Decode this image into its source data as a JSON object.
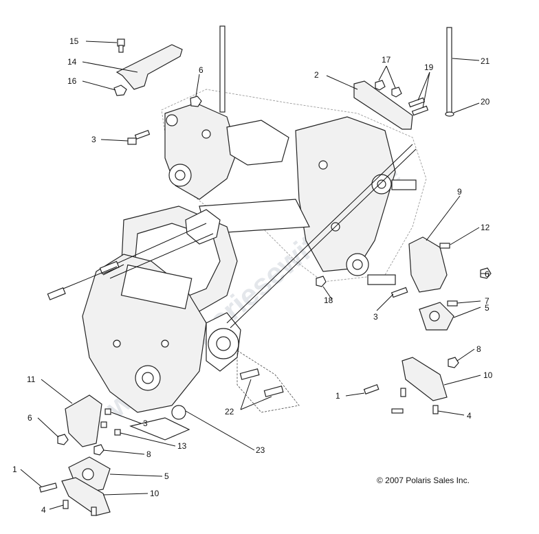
{
  "callouts": {
    "c1_bl": "1",
    "c1_mr": "1",
    "c2": "2",
    "c3_ul": "3",
    "c3_mr": "3",
    "c3_bl": "3",
    "c4_bl": "4",
    "c4_br": "4",
    "c5_br": "5",
    "c5_bl": "5",
    "c6_ul": "6",
    "c6_mr": "6",
    "c6_bl": "6",
    "c7": "7",
    "c8_br": "8",
    "c8_bl": "8",
    "c9": "9",
    "c10_br": "10",
    "c10_bl": "10",
    "c11": "11",
    "c12": "12",
    "c13": "13",
    "c14": "14",
    "c15": "15",
    "c16": "16",
    "c17": "17",
    "c18": "18",
    "c19": "19",
    "c20": "20",
    "c21": "21",
    "c22": "22",
    "c23": "23"
  },
  "copyright": "© 2007 Polaris Sales Inc.",
  "watermark": "www.partsriesewitzeile.de"
}
